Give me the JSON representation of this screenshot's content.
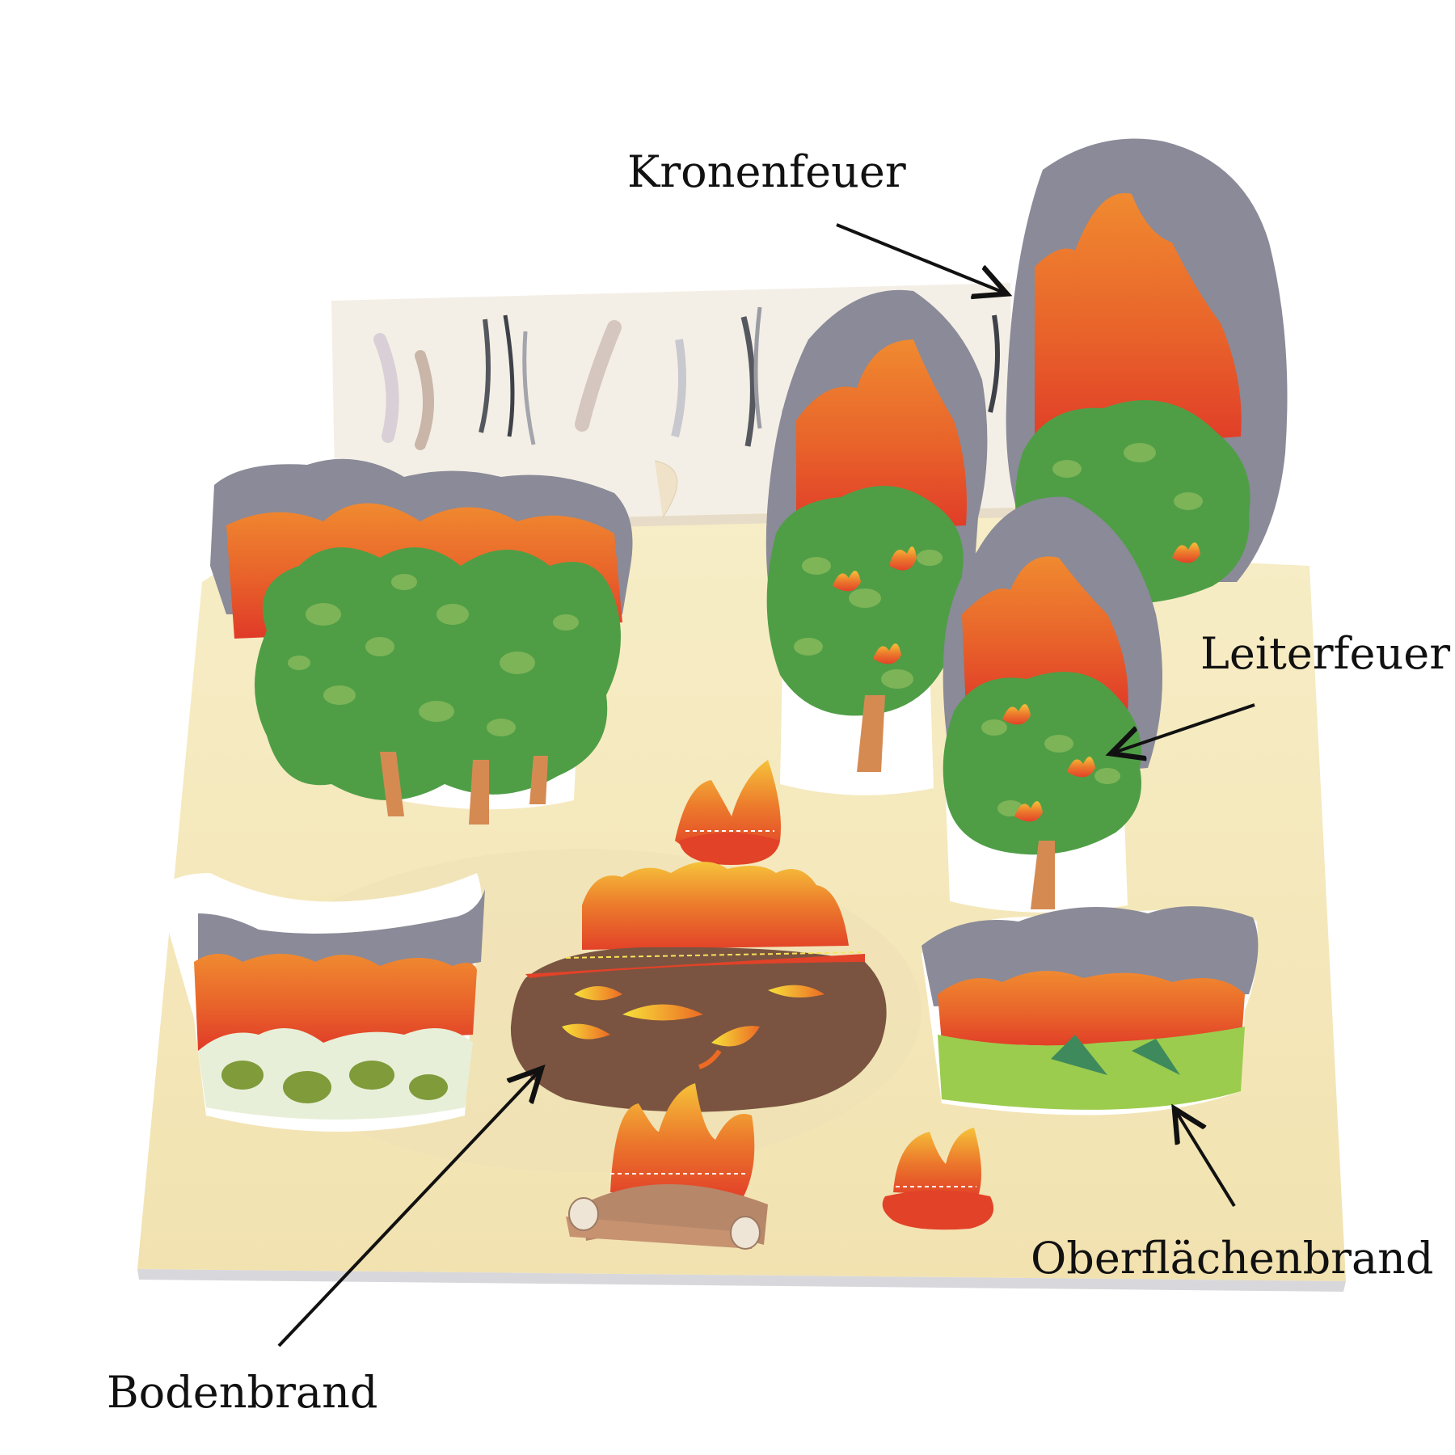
{
  "labels": {
    "crown_fire": "Kronenfeuer",
    "ladder_fire": "Leiterfeuer",
    "surface_fire": "Oberflächenbrand",
    "ground_fire": "Bodenbrand"
  },
  "colors": {
    "base_paper": "#f5e9be",
    "smoke": "#8a8a98",
    "flame_orange": "#e8782a",
    "flame_red": "#e0442a",
    "tree_green": "#4f9e46",
    "leaf_light": "#86b85a",
    "trunk": "#d58a52",
    "soil": "#7a5440",
    "arrow": "#111111"
  }
}
